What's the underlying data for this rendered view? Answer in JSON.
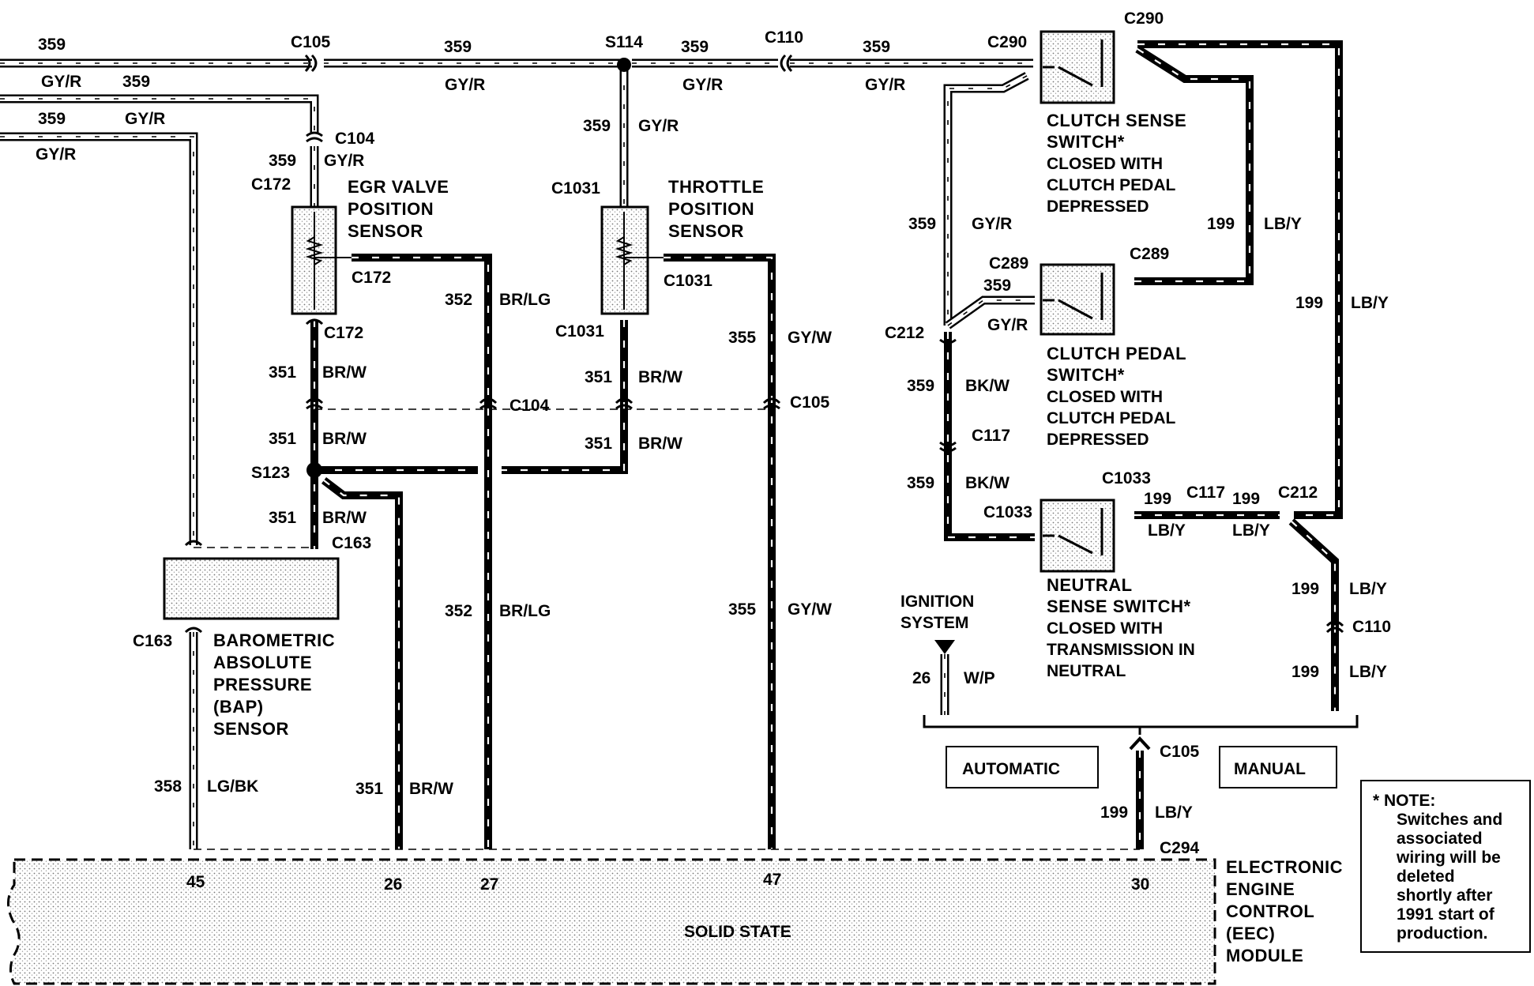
{
  "circuit_labels": {
    "c359": "359",
    "c358": "358",
    "c351": "351",
    "c352": "352",
    "c355": "355",
    "c199": "199",
    "c26": "26"
  },
  "wire_colors": {
    "gyr": "GY/R",
    "brw": "BR/W",
    "brlg": "BR/LG",
    "gyw": "GY/W",
    "lgbk": "LG/BK",
    "bkw": "BK/W",
    "lby": "LB/Y",
    "wp": "W/P"
  },
  "connectors": {
    "c105": "C105",
    "s114": "S114",
    "c110": "C110",
    "c290": "C290",
    "c104": "C104",
    "c172": "C172",
    "c1031": "C1031",
    "c289": "C289",
    "c212": "C212",
    "c117": "C117",
    "c1033": "C1033",
    "s123": "S123",
    "c163": "C163",
    "c294": "C294"
  },
  "components": {
    "egr": [
      "EGR VALVE",
      "POSITION",
      "SENSOR"
    ],
    "tps": [
      "THROTTLE",
      "POSITION",
      "SENSOR"
    ],
    "bap": [
      "BAROMETRIC",
      "ABSOLUTE",
      "PRESSURE",
      "(BAP)",
      "SENSOR"
    ],
    "clutch_sense": [
      "CLUTCH SENSE",
      "SWITCH*",
      "CLOSED WITH",
      "CLUTCH PEDAL",
      "DEPRESSED"
    ],
    "clutch_pedal": [
      "CLUTCH PEDAL",
      "SWITCH*",
      "CLOSED WITH",
      "CLUTCH PEDAL",
      "DEPRESSED"
    ],
    "neutral_sense": [
      "NEUTRAL",
      "SENSE SWITCH*",
      "CLOSED WITH",
      "TRANSMISSION IN",
      "NEUTRAL"
    ],
    "ignition": [
      "IGNITION",
      "SYSTEM"
    ],
    "eec": [
      "ELECTRONIC",
      "ENGINE",
      "CONTROL",
      "(EEC)",
      "MODULE"
    ],
    "eec_inside": "SOLID STATE"
  },
  "eec_pins": {
    "p45": "45",
    "p26": "26",
    "p27": "27",
    "p47": "47",
    "p30": "30"
  },
  "options": {
    "automatic": "AUTOMATIC",
    "manual": "MANUAL"
  },
  "note": [
    "* NOTE:",
    "Switches and",
    "associated",
    "wiring will be",
    "deleted",
    "shortly after",
    "1991 start of",
    "production."
  ]
}
